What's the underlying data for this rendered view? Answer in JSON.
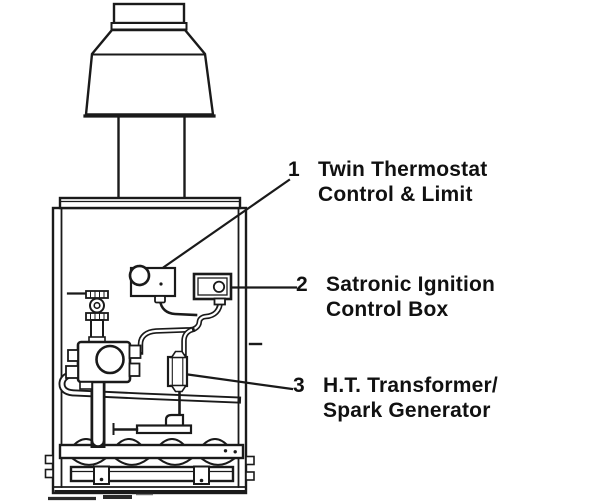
{
  "page": {
    "background": "#ffffff",
    "ink": "#1a1a1a"
  },
  "diagram": {
    "callouts": [
      {
        "number": "1",
        "lines": [
          "Twin Thermostat",
          "Control & Limit"
        ]
      },
      {
        "number": "2",
        "lines": [
          "Satronic Ignition",
          "Control Box"
        ]
      },
      {
        "number": "3",
        "lines": [
          "H.T. Transformer/",
          "Spark Generator"
        ]
      }
    ]
  }
}
